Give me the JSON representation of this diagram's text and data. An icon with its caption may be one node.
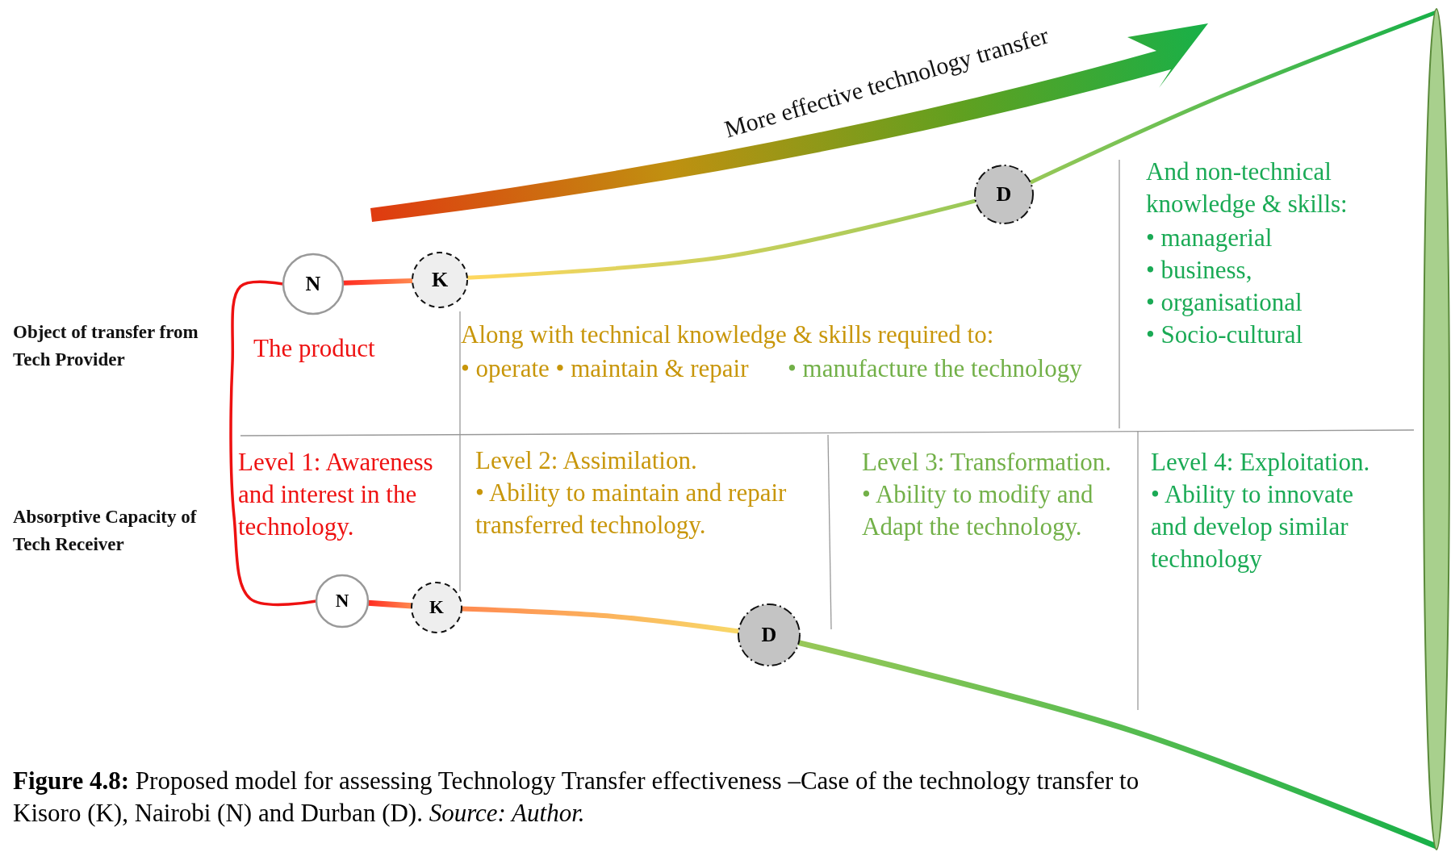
{
  "diagram": {
    "caption": "**Figure 4.8:** Proposed model for assessing Technology Transfer effectiveness –Case of the technology transfer to Kisoro (K), Nairobi (N) and Durban (D). *Source: Author.*",
    "nodes": [
      {
        "text": [
          "N"
        ]
      },
      {
        "text": [
          "K"
        ]
      },
      {
        "text": [
          "D"
        ]
      },
      {
        "text": [
          "N"
        ]
      },
      {
        "text": [
          "K"
        ]
      },
      {
        "text": [
          "D"
        ]
      },
      {
        "text": [],
        "shape": "ellipse"
      }
    ],
    "edges": [
      {
        "from": 0,
        "to": 1,
        "arrow": "none"
      },
      {
        "from": 1,
        "to": 2,
        "arrow": "none"
      },
      {
        "from": 2,
        "to": 6,
        "arrow": "none"
      },
      {
        "from": 3,
        "to": 4,
        "arrow": "none"
      },
      {
        "from": 4,
        "to": 5,
        "arrow": "none"
      },
      {
        "from": 5,
        "to": 6,
        "arrow": "none"
      },
      {
        "from": 0,
        "to": 3,
        "arrow": "none",
        "color": "#ee1111"
      }
    ],
    "labels": [
      "More effective technology transfer",
      "Object of transfer from Tech Provider",
      "The product",
      "Along with technical knowledge & skills required to:",
      "• operate • maintain & repair",
      "• manufacture the technology",
      "And non-technical knowledge & skills:",
      "• managerial",
      "• business,",
      "• organisational",
      "• Socio-cultural",
      "Level 1: Awareness and interest in the technology.",
      "Absorptive Capacity of Tech Receiver",
      "Level 2: Assimilation.",
      "• Ability to maintain and repair transferred technology.",
      "Level 3: Transformation.",
      "• Ability to modify and Adapt the technology.",
      "Level 4: Exploitation.",
      "• Ability to innovate and develop similar technology"
    ]
  }
}
